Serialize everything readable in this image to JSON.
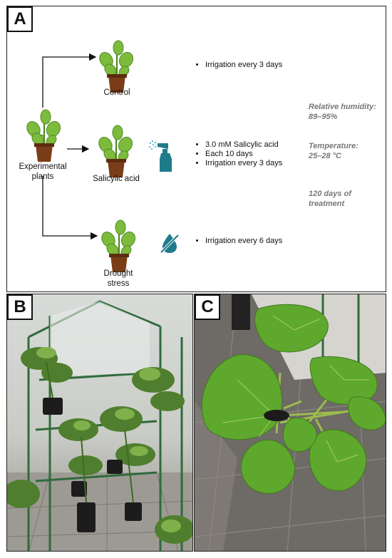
{
  "panels": {
    "a": "A",
    "b": "B",
    "c": "C"
  },
  "diagram": {
    "source": "Experimental\nplants",
    "control": {
      "name": "Control",
      "bullets": [
        "Irrigation every 3 days"
      ]
    },
    "salicylic": {
      "name": "Salicylic acid",
      "bullets": [
        "3.0 mM Salicylic acid",
        "Each 10 days",
        "Irrigation every 3 days"
      ]
    },
    "drought": {
      "name": "Drought\nstress",
      "bullets": [
        "Irrigation every 6 days"
      ]
    },
    "conditions": {
      "humidity": "Relative humidity:\n89–95%",
      "temperature": "Temperature:\n25–28 °C",
      "duration": "120 days of\ntreatment"
    }
  },
  "colors": {
    "leaf": "#7dbb3c",
    "leaf_dark": "#4e8a23",
    "pot": "#7a3d18",
    "icon_teal": "#1f7b8c",
    "condition_text": "#777777"
  },
  "icons": [
    "plant-icon",
    "spray-bottle-icon",
    "no-water-drop-icon"
  ]
}
